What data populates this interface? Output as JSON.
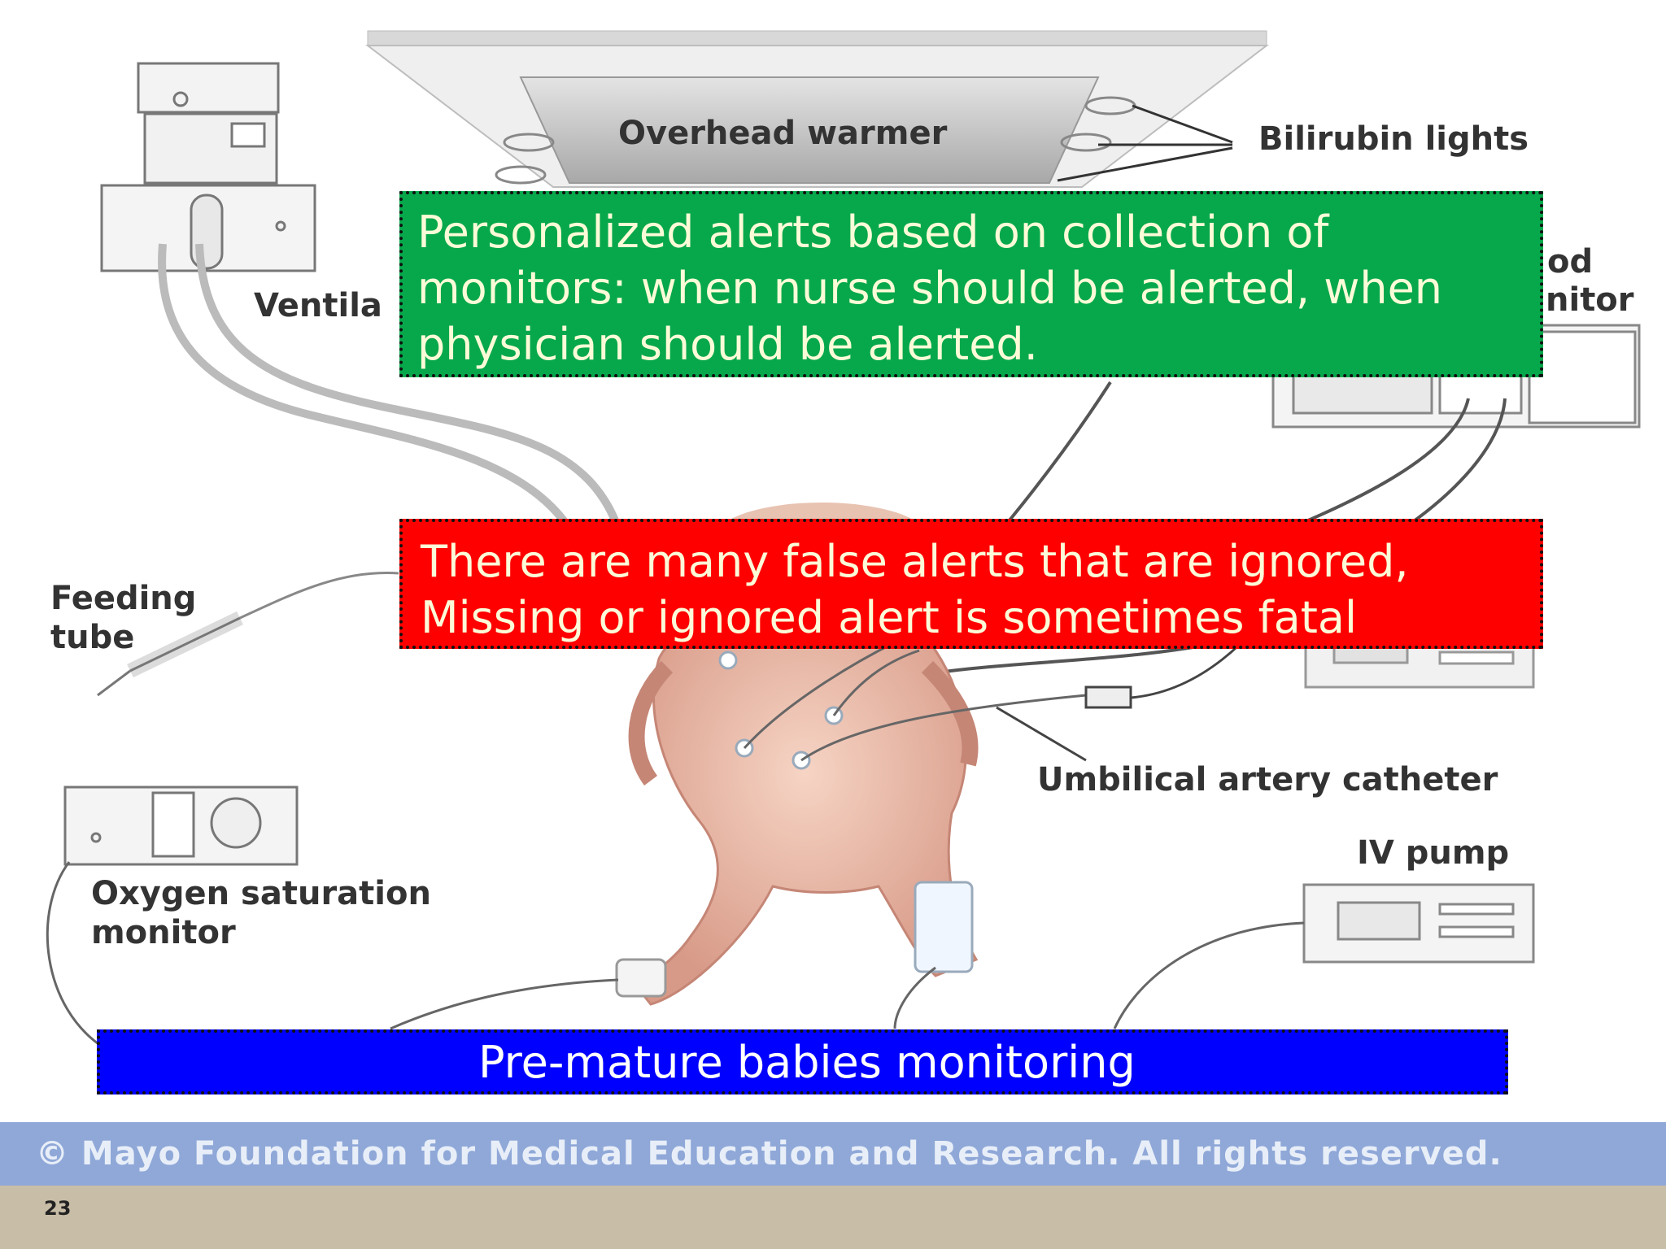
{
  "labels": {
    "overhead_warmer": "Overhead warmer",
    "bilirubin_lights": "Bilirubin lights",
    "ventilator_fragment": "Ventila",
    "monitor_fragment_top": "od",
    "monitor_fragment_bottom": "nitor",
    "feeding_tube_line1": "Feeding",
    "feeding_tube_line2": "tube",
    "umbilical_artery_catheter": "Umbilical artery catheter",
    "iv_pump": "IV pump",
    "oxygen_saturation_line1": "Oxygen saturation",
    "oxygen_saturation_line2": "monitor"
  },
  "callouts": {
    "personalized_alerts": "Personalized alerts based on collection of monitors: when nurse should be alerted, when physician should be alerted.",
    "false_alerts_line1": "There are many false alerts that are ignored,",
    "false_alerts_line2": "Missing or ignored alert is sometimes fatal",
    "caption": "Pre-mature babies monitoring"
  },
  "copyright": "© Mayo Foundation for Medical Education and Research.  All rights reserved.",
  "page_number": "23",
  "colors": {
    "green_box": "#07a84c",
    "red_box": "#fe0000",
    "blue_box": "#0000fe",
    "callout_text": "#fbfbd8",
    "copyright_band": "#8fa8d8",
    "footer_band": "#c8bda6"
  }
}
